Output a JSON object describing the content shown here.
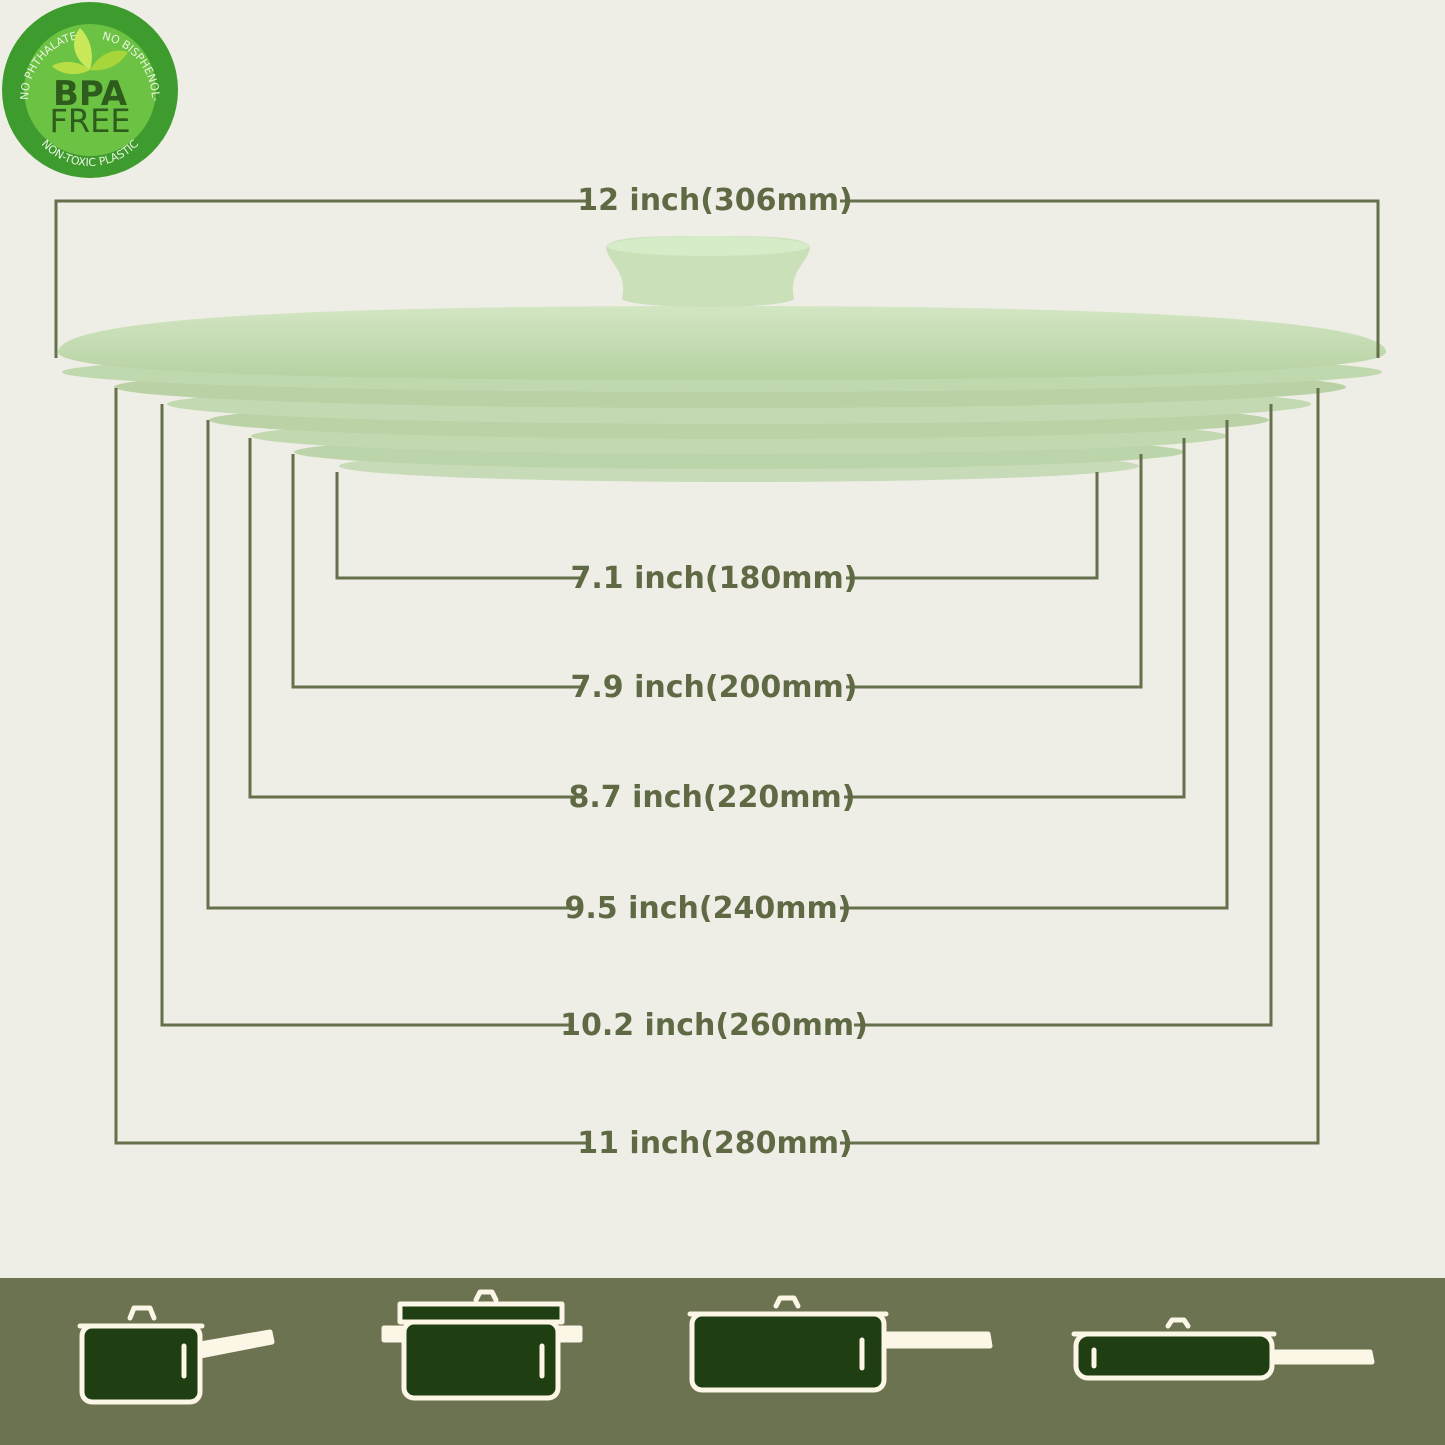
{
  "colors": {
    "background": "#eeeee7",
    "lid": "#c5dcb4",
    "lid_shadow": "#a9c497",
    "line": "#66704b",
    "label": "#5f6a44",
    "band": "#6b7350",
    "pot_fill": "#1f3f12",
    "pot_outline": "#fbf6e6",
    "badge": "#3e9b2d",
    "badge_inner": "#6cc242"
  },
  "badge": {
    "main_line1": "BPA",
    "main_line2": "FREE",
    "ring_left": "NO PHTHALATES",
    "ring_right": "NO BISPHENOL-A",
    "ring_bottom": "NON-TOXIC PLASTIC"
  },
  "dimensions": [
    {
      "label": "12 inch(306mm)"
    },
    {
      "label": "7.1 inch(180mm)"
    },
    {
      "label": "7.9 inch(200mm)"
    },
    {
      "label": "8.7 inch(220mm)"
    },
    {
      "label": "9.5 inch(240mm)"
    },
    {
      "label": "10.2 inch(260mm)"
    },
    {
      "label": "11 inch(280mm)"
    }
  ],
  "cookware_icons": [
    {
      "icon": "saucepan-icon"
    },
    {
      "icon": "stockpot-icon"
    },
    {
      "icon": "saute-pan-icon"
    },
    {
      "icon": "frying-pan-icon"
    }
  ]
}
